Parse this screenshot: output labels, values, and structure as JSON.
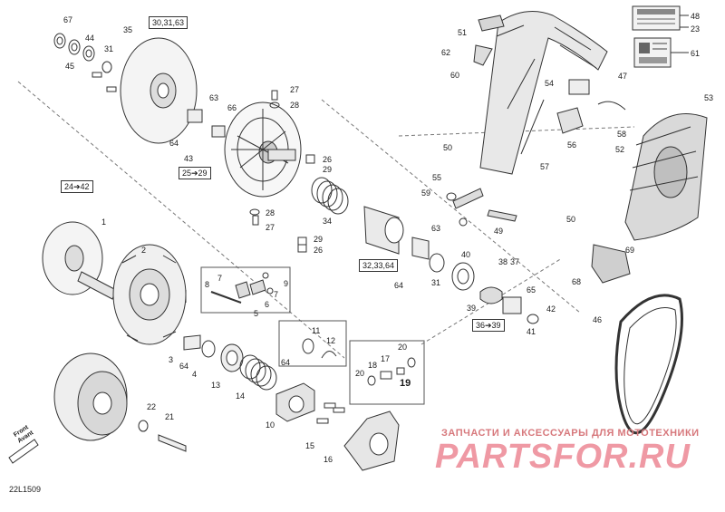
{
  "diagram": {
    "callouts": [
      {
        "id": "c67",
        "text": "67"
      },
      {
        "id": "c44",
        "text": "44"
      },
      {
        "id": "c31a",
        "text": "31"
      },
      {
        "id": "c35",
        "text": "35"
      },
      {
        "id": "c45",
        "text": "45"
      },
      {
        "id": "c63a",
        "text": "63"
      },
      {
        "id": "c66",
        "text": "66"
      },
      {
        "id": "c27a",
        "text": "27"
      },
      {
        "id": "c28a",
        "text": "28"
      },
      {
        "id": "c64a",
        "text": "64"
      },
      {
        "id": "c43",
        "text": "43"
      },
      {
        "id": "c26a",
        "text": "26"
      },
      {
        "id": "c29a",
        "text": "29"
      },
      {
        "id": "c34",
        "text": "34"
      },
      {
        "id": "c28b",
        "text": "28"
      },
      {
        "id": "c27b",
        "text": "27"
      },
      {
        "id": "c29b",
        "text": "29"
      },
      {
        "id": "c26b",
        "text": "26"
      },
      {
        "id": "c1",
        "text": "1"
      },
      {
        "id": "c2",
        "text": "2"
      },
      {
        "id": "c7",
        "text": "7"
      },
      {
        "id": "c8",
        "text": "8"
      },
      {
        "id": "c9",
        "text": "9"
      },
      {
        "id": "c7b",
        "text": "7"
      },
      {
        "id": "c6",
        "text": "6"
      },
      {
        "id": "c5",
        "text": "5"
      },
      {
        "id": "c3",
        "text": "3"
      },
      {
        "id": "c64b",
        "text": "64"
      },
      {
        "id": "c4",
        "text": "4"
      },
      {
        "id": "c13",
        "text": "13"
      },
      {
        "id": "c14",
        "text": "14"
      },
      {
        "id": "c11",
        "text": "11"
      },
      {
        "id": "c12",
        "text": "12"
      },
      {
        "id": "c64c",
        "text": "64"
      },
      {
        "id": "c10",
        "text": "10"
      },
      {
        "id": "c22",
        "text": "22"
      },
      {
        "id": "c21",
        "text": "21"
      },
      {
        "id": "c15",
        "text": "15"
      },
      {
        "id": "c16",
        "text": "16"
      },
      {
        "id": "c20a",
        "text": "20"
      },
      {
        "id": "c17",
        "text": "17"
      },
      {
        "id": "c18",
        "text": "18"
      },
      {
        "id": "c20b",
        "text": "20"
      },
      {
        "id": "c63b",
        "text": "63"
      },
      {
        "id": "c64d",
        "text": "64"
      },
      {
        "id": "c31b",
        "text": "31"
      },
      {
        "id": "c40",
        "text": "40"
      },
      {
        "id": "c38",
        "text": "38"
      },
      {
        "id": "c37",
        "text": "37"
      },
      {
        "id": "c39",
        "text": "39"
      },
      {
        "id": "c65",
        "text": "65"
      },
      {
        "id": "c42",
        "text": "42"
      },
      {
        "id": "c41",
        "text": "41"
      },
      {
        "id": "c51",
        "text": "51"
      },
      {
        "id": "c62",
        "text": "62"
      },
      {
        "id": "c60",
        "text": "60"
      },
      {
        "id": "c47",
        "text": "47"
      },
      {
        "id": "c54",
        "text": "54"
      },
      {
        "id": "c53",
        "text": "53"
      },
      {
        "id": "c58",
        "text": "58"
      },
      {
        "id": "c52",
        "text": "52"
      },
      {
        "id": "c50a",
        "text": "50"
      },
      {
        "id": "c56",
        "text": "56"
      },
      {
        "id": "c57",
        "text": "57"
      },
      {
        "id": "c55",
        "text": "55"
      },
      {
        "id": "c59",
        "text": "59"
      },
      {
        "id": "c49",
        "text": "49"
      },
      {
        "id": "c50b",
        "text": "50"
      },
      {
        "id": "c69",
        "text": "69"
      },
      {
        "id": "c68",
        "text": "68"
      },
      {
        "id": "c46",
        "text": "46"
      },
      {
        "id": "c48",
        "text": "48"
      },
      {
        "id": "c23",
        "text": "23"
      },
      {
        "id": "c61",
        "text": "61"
      }
    ],
    "boxed": {
      "b30": "30,31,63",
      "b25": "25➔29",
      "b24": "24➔42",
      "b32": "32,33,64",
      "b36": "36➔39",
      "b19": "19"
    },
    "footer_code": "22L1509",
    "front_line1": "Front",
    "front_line2": "Avant",
    "watermark_line1": "ЗАПЧАСТИ И АКСЕССУАРЫ ДЛЯ МОТОТЕХНИКИ",
    "watermark_line2": "PARTSFOR.RU",
    "colors": {
      "line": "#333333",
      "watermark_red": "#e2465a",
      "watermark_pink": "#d7787c"
    }
  }
}
